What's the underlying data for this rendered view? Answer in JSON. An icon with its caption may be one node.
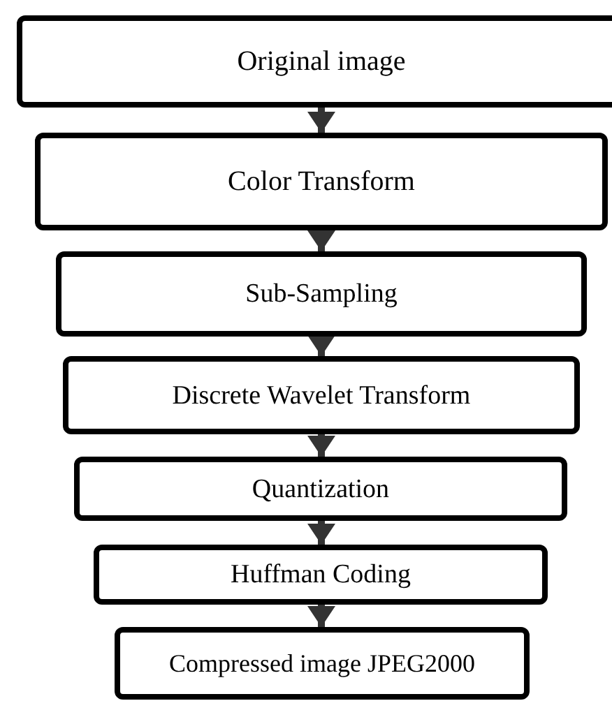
{
  "diagram": {
    "nodes": [
      {
        "text": [
          "Original image"
        ]
      },
      {
        "text": [
          "Color Transform"
        ]
      },
      {
        "text": [
          "Sub-Sampling"
        ]
      },
      {
        "text": [
          "Discrete Wavelet Transform"
        ]
      },
      {
        "text": [
          "Quantization"
        ]
      },
      {
        "text": [
          "Huffman Coding"
        ]
      },
      {
        "text": [
          "Compressed image JPEG2000"
        ]
      }
    ],
    "edges": [
      {
        "from": 0,
        "to": 1,
        "arrow": "to"
      },
      {
        "from": 1,
        "to": 2,
        "arrow": "to"
      },
      {
        "from": 2,
        "to": 3,
        "arrow": "to"
      },
      {
        "from": 3,
        "to": 4,
        "arrow": "to"
      },
      {
        "from": 4,
        "to": 5,
        "arrow": "to"
      },
      {
        "from": 5,
        "to": 6,
        "arrow": "to"
      }
    ]
  }
}
